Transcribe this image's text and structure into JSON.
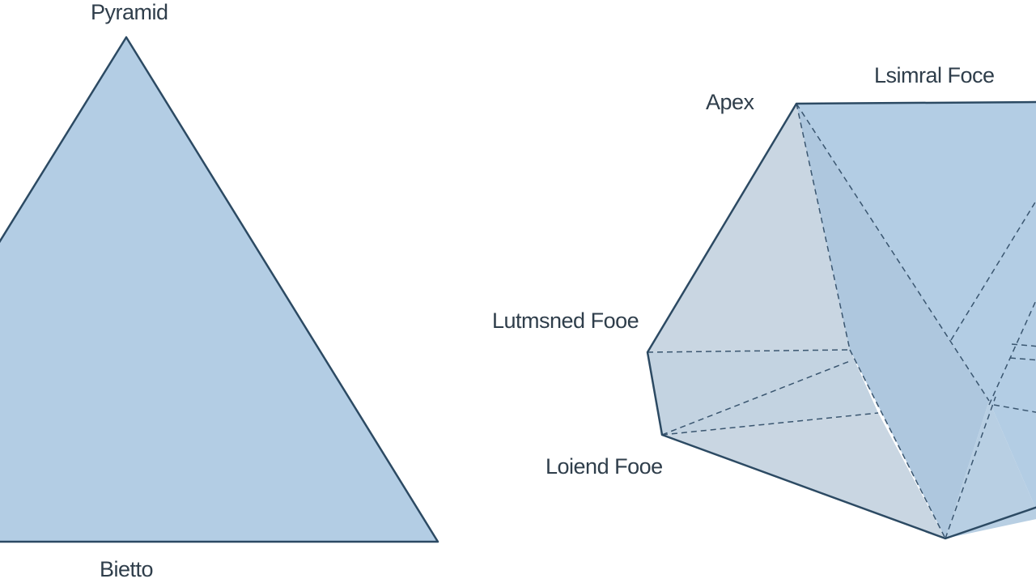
{
  "labels": {
    "title": "Pyramid",
    "base": "Bietto",
    "apex": "Apex",
    "face_top_right": "Lsimral Foce",
    "face_left": "Lutmsned Fooe",
    "face_bottom_left": "Loiend Fooe"
  },
  "colors": {
    "face_fill": "#b3cde4",
    "face_fill_light": "#c9d6e2",
    "edge_stroke": "#2c4a63"
  }
}
